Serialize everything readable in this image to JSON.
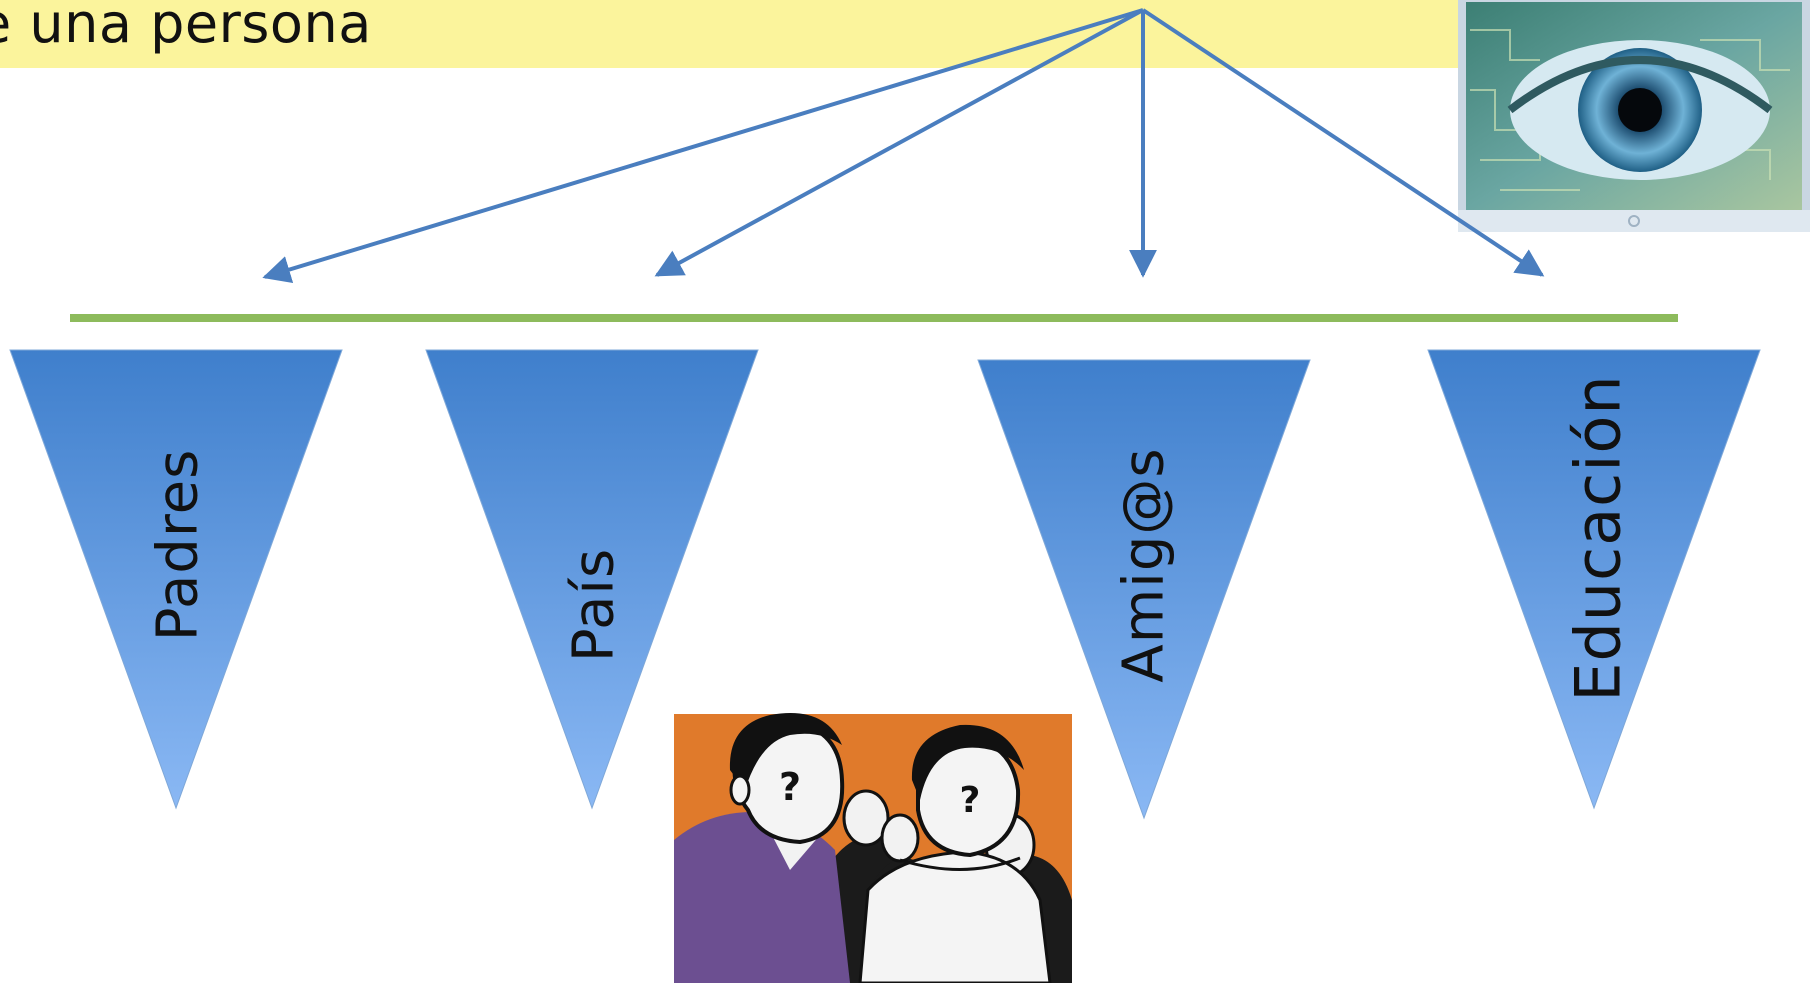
{
  "title": "e una persona",
  "colors": {
    "title_band": "#fbf49c",
    "arrow": "#4a7ebf",
    "divider": "#8dbb5c",
    "triangle_top": "#3f7fcc",
    "triangle_bottom": "#8ab8f4",
    "label_text": "#111111"
  },
  "categories": [
    {
      "id": "padres",
      "label": "Padres"
    },
    {
      "id": "pais",
      "label": "País"
    },
    {
      "id": "amigos",
      "label": "Amig@s"
    },
    {
      "id": "educacion",
      "label": "Educación"
    }
  ],
  "images": {
    "eye_monitor": "eye-monitor-image",
    "people_question": "faceless-people-image"
  }
}
